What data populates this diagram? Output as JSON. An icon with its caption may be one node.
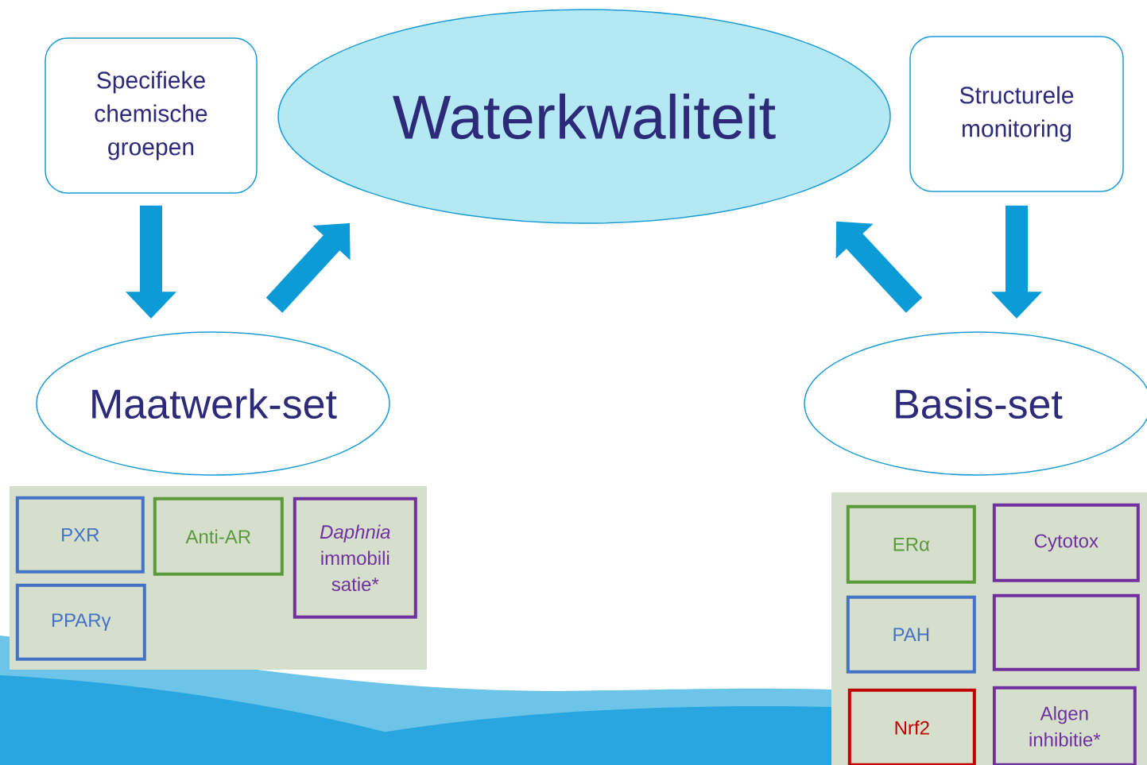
{
  "diagram": {
    "nodes": [
      {
        "text": [
          "Specifieke chemische groepen"
        ]
      },
      {
        "text": [
          "Waterkwaliteit"
        ]
      },
      {
        "text": [
          "Structurele monitoring"
        ]
      },
      {
        "text": [
          "Maatwerk-set"
        ]
      },
      {
        "text": [
          "Basis-set"
        ]
      },
      {
        "text": [],
        "shape": "box"
      },
      {
        "text": [
          "PXR"
        ],
        "in": 5
      },
      {
        "text": [
          "Anti-AR"
        ],
        "in": 5
      },
      {
        "text": [
          "*Daphnia* immobili satie*"
        ],
        "in": 5
      },
      {
        "text": [
          "PPARγ"
        ],
        "in": 5
      },
      {
        "text": [],
        "shape": "box"
      },
      {
        "text": [
          "ERα"
        ],
        "in": 10
      },
      {
        "text": [
          "Cytotox"
        ],
        "in": 10
      },
      {
        "text": [
          "PAH"
        ],
        "in": 10
      },
      {
        "text": [],
        "shape": "box",
        "in": 10
      },
      {
        "text": [
          "Nrf2"
        ],
        "in": 10
      },
      {
        "text": [
          "Algen inhibitie*"
        ],
        "in": 10
      }
    ],
    "edges": [
      {
        "from": 0,
        "to": 3,
        "arrow": "to"
      },
      {
        "from": 3,
        "to": 1,
        "arrow": "to"
      },
      {
        "from": 4,
        "to": 1,
        "arrow": "to"
      },
      {
        "from": 2,
        "to": 4,
        "arrow": "to"
      }
    ]
  }
}
